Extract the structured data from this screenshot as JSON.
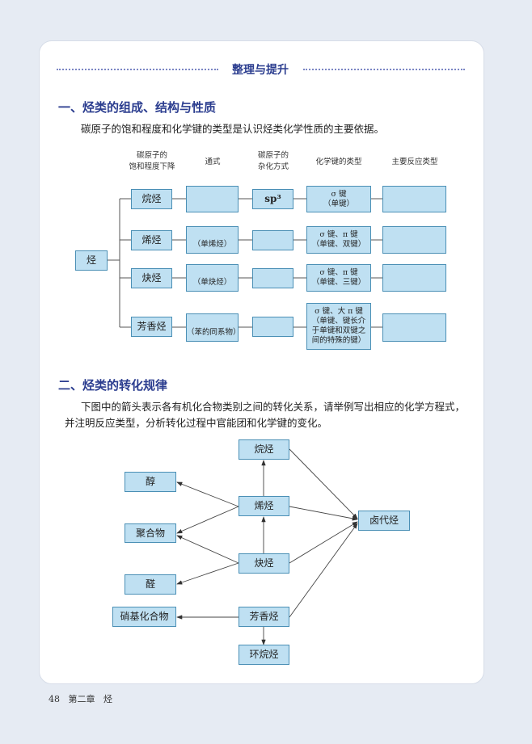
{
  "header": {
    "title": "整理与提升"
  },
  "section1": {
    "heading": "一、烃类的组成、结构与性质",
    "intro": "碳原子的饱和程度和化学键的类型是认识烃类化学性质的主要依据。",
    "columns": [
      "碳原子的\n饱和程度下降",
      "通式",
      "碳原子的\n杂化方式",
      "化学键的类型",
      "主要反应类型"
    ],
    "root": "烃",
    "rows": [
      {
        "name": "烷烃",
        "formula_note": "",
        "hybrid": "sp³",
        "bond": "σ 键\n（单键）"
      },
      {
        "name": "烯烃",
        "formula_note": "（单烯烃）",
        "hybrid": "",
        "bond": "σ 键、π 键\n（单键、双键）"
      },
      {
        "name": "炔烃",
        "formula_note": "（单炔烃）",
        "hybrid": "",
        "bond": "σ 键、π 键\n（单键、三键）"
      },
      {
        "name": "芳香烃",
        "formula_note": "（苯的同系物）",
        "hybrid": "",
        "bond": "σ 键、大 π 键\n（单键、键长介\n于单键和双键之\n间的特殊的键）"
      }
    ]
  },
  "section2": {
    "heading": "二、烃类的转化规律",
    "intro": "下图中的箭头表示各有机化合物类别之间的转化关系，请举例写出相应的化学方程式，并注明反应类型，分析转化过程中官能团和化学键的变化。",
    "nodes": {
      "alkane": "烷烃",
      "alcohol": "醇",
      "alkene": "烯烃",
      "polymer": "聚合物",
      "haloalkane": "卤代烃",
      "alkyne": "炔烃",
      "aldehyde": "醛",
      "nitro": "硝基化合物",
      "aromatic": "芳香烃",
      "cycloalkane": "环烷烃"
    }
  },
  "footer": {
    "page": "48",
    "chapter": "第二章",
    "chapter_title": "烃"
  },
  "colors": {
    "box_fill": "#bfe0f2",
    "box_border": "#4a8fb5",
    "heading": "#2b3d8f"
  }
}
